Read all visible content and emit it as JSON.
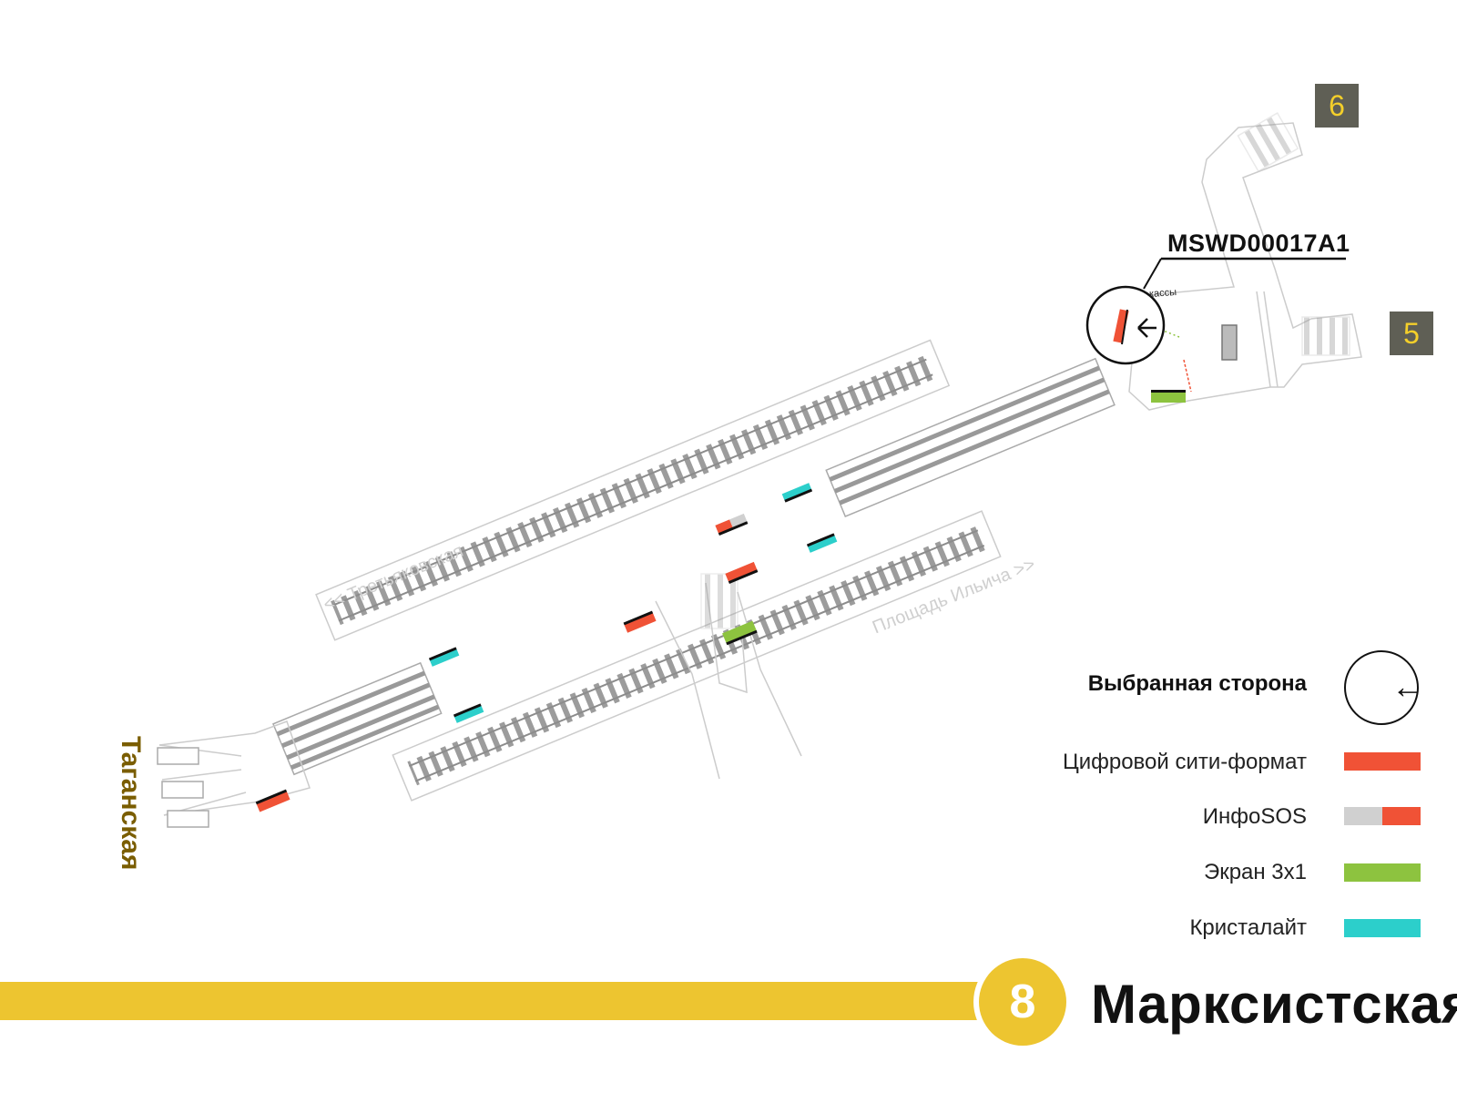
{
  "station": {
    "name": "Марксистская",
    "line_number": "8",
    "line_color": "#edc530",
    "vertical_label": "Таганская"
  },
  "exits": [
    "6",
    "5"
  ],
  "device": {
    "id": "MSWD00017A1",
    "kassy_label": "кассы",
    "direction_icon": "arrow-left-icon"
  },
  "directions": {
    "left": "<< Третьяковская",
    "right": "Площадь Ильича >>"
  },
  "legend": {
    "selected_side": "Выбранная сторона",
    "items": [
      {
        "label": "Цифровой сити-формат",
        "color": "#f05236"
      },
      {
        "label": "ИнфоSOS",
        "color": "#d0d0d0"
      },
      {
        "label": "Экран 3х1",
        "color": "#8dc33f"
      },
      {
        "label": "Кристалайт",
        "color": "#2ccfcb"
      }
    ]
  },
  "colors": {
    "dcf": "#f05236",
    "sos_gray": "#d0d0d0",
    "screen": "#8dc33f",
    "crystal": "#2ccfcb",
    "exit_badge_bg": "#5f5f55",
    "exit_badge_text": "#f4cf2a"
  }
}
